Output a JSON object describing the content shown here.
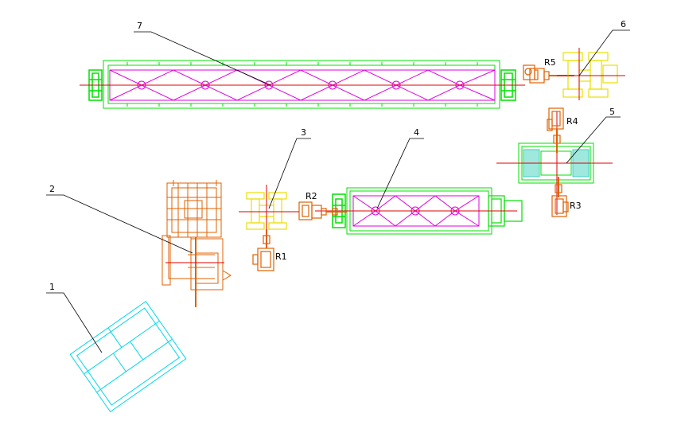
{
  "colors": {
    "background": "#ffffff",
    "frame": "#00e000",
    "truss": "#e000e0",
    "centerline": "#e00000",
    "reducer": "#e06000",
    "turntable": "#e8e000",
    "conveyor_1": "#00d8e8",
    "leader": "#000000",
    "hatch": "#40d0c0"
  },
  "callouts": {
    "c1": "1",
    "c2": "2",
    "c3": "3",
    "c4": "4",
    "c5": "5",
    "c6": "6",
    "c7": "7"
  },
  "reducers": {
    "r1": "R1",
    "r2": "R2",
    "r3": "R3",
    "r4": "R4",
    "r5": "R5"
  }
}
